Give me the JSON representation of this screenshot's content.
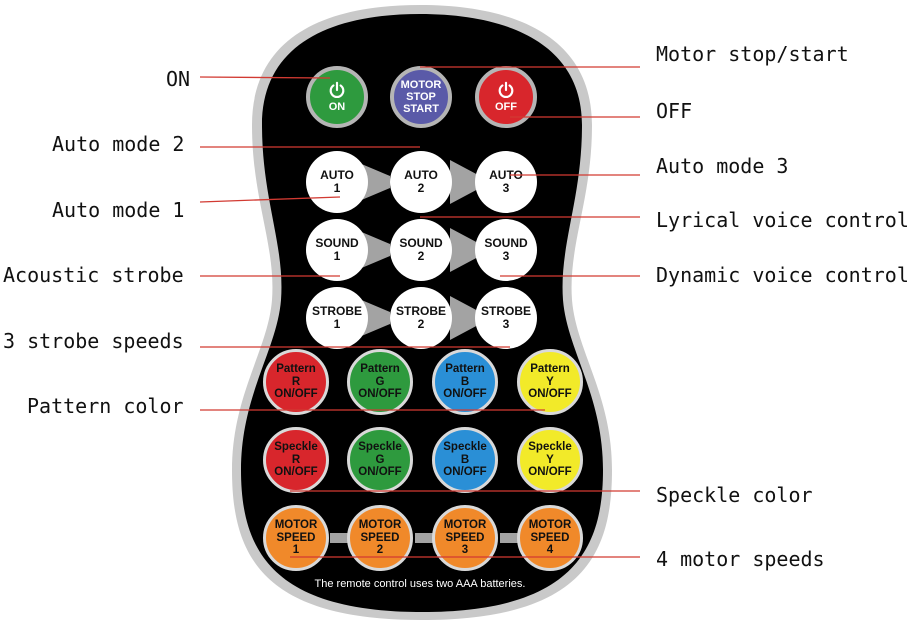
{
  "colors": {
    "red": "#d8262c",
    "green": "#2e9a3e",
    "blue": "#2a8fd6",
    "yellow": "#f2ea29",
    "orange": "#f0892a",
    "purple": "#5a5aa8",
    "body": "#000000",
    "leader": "#d23a32"
  },
  "top_buttons": {
    "on": {
      "icon": "power-icon",
      "text": "ON"
    },
    "motor": {
      "line1": "MOTOR",
      "line2": "STOP",
      "line3": "START"
    },
    "off": {
      "icon": "power-icon",
      "text": "OFF"
    }
  },
  "auto_buttons": [
    {
      "l1": "AUTO",
      "l2": "1"
    },
    {
      "l1": "AUTO",
      "l2": "2"
    },
    {
      "l1": "AUTO",
      "l2": "3"
    }
  ],
  "sound_buttons": [
    {
      "l1": "SOUND",
      "l2": "1"
    },
    {
      "l1": "SOUND",
      "l2": "2"
    },
    {
      "l1": "SOUND",
      "l2": "3"
    }
  ],
  "strobe_buttons": [
    {
      "l1": "STROBE",
      "l2": "1"
    },
    {
      "l1": "STROBE",
      "l2": "2"
    },
    {
      "l1": "STROBE",
      "l2": "3"
    }
  ],
  "pattern_buttons": [
    {
      "l1": "Pattern",
      "l2": "R",
      "l3": "ON/OFF"
    },
    {
      "l1": "Pattern",
      "l2": "G",
      "l3": "ON/OFF"
    },
    {
      "l1": "Pattern",
      "l2": "B",
      "l3": "ON/OFF"
    },
    {
      "l1": "Pattern",
      "l2": "Y",
      "l3": "ON/OFF"
    }
  ],
  "speckle_buttons": [
    {
      "l1": "Speckle",
      "l2": "R",
      "l3": "ON/OFF"
    },
    {
      "l1": "Speckle",
      "l2": "G",
      "l3": "ON/OFF"
    },
    {
      "l1": "Speckle",
      "l2": "B",
      "l3": "ON/OFF"
    },
    {
      "l1": "Speckle",
      "l2": "Y",
      "l3": "ON/OFF"
    }
  ],
  "motor_speed_buttons": [
    {
      "l1": "MOTOR",
      "l2": "SPEED",
      "l3": "1"
    },
    {
      "l1": "MOTOR",
      "l2": "SPEED",
      "l3": "2"
    },
    {
      "l1": "MOTOR",
      "l2": "SPEED",
      "l3": "3"
    },
    {
      "l1": "MOTOR",
      "l2": "SPEED",
      "l3": "4"
    }
  ],
  "footer": "The remote control uses two AAA batteries.",
  "labels": {
    "on": "ON",
    "motor_stop_start": "Motor stop/start",
    "off": "OFF",
    "auto2": "Auto mode 2",
    "auto3": "Auto mode 3",
    "auto1": "Auto mode 1",
    "lyrical": "Lyrical voice control",
    "acoustic": "Acoustic strobe",
    "dynamic": "Dynamic voice control",
    "strobe_speeds": "3 strobe speeds",
    "pattern_color": "Pattern color",
    "speckle_color": "Speckle color",
    "motor_speeds": "4 motor speeds"
  }
}
